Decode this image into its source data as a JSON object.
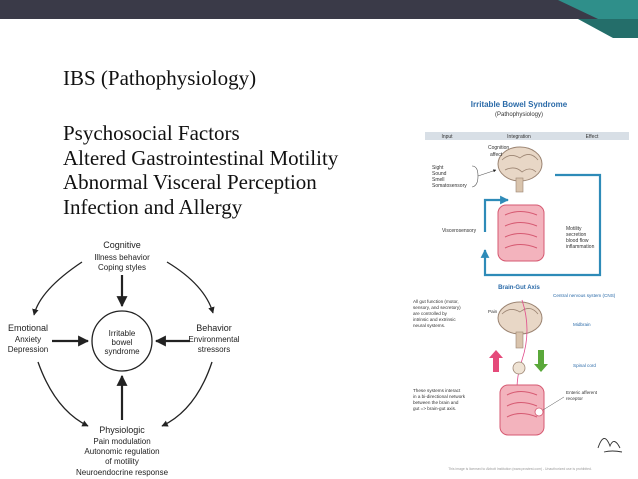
{
  "slide": {
    "title": "IBS (Pathophysiology)",
    "bullets": [
      "Psychosocial Factors",
      "Altered Gastrointestinal Motility",
      "Abnormal Visceral Perception",
      "Infection and Allergy"
    ]
  },
  "cycle_diagram": {
    "center": [
      "Irritable",
      "bowel",
      "syndrome"
    ],
    "cognitive": [
      "Cognitive",
      "Illness behavior",
      "Coping styles"
    ],
    "emotional": [
      "Emotional",
      "Anxiety",
      "Depression"
    ],
    "behavior": [
      "Behavior",
      "Environmental",
      "stressors"
    ],
    "physiologic": [
      "Physiologic",
      "Pain modulation",
      "Autonomic regulation",
      "of motility",
      "Neuroendocrine response"
    ]
  },
  "ibs_figure": {
    "title": "Irritable Bowel Syndrome",
    "subtitle": "(Pathophysiology)",
    "headers": [
      "Input",
      "Integration",
      "Effect"
    ],
    "cognition_label": [
      "Cognition",
      "affect"
    ],
    "senses": [
      "Sight",
      "Sound",
      "Smell",
      "Somatosensory"
    ],
    "viscerosensory": "Viscerosensory",
    "effects": [
      "Motility",
      "secretion",
      "blood flow",
      "inflammation"
    ],
    "brain_gut_axis": "Brain-Gut Axis",
    "gut_function_note": [
      "All gut function (motor,",
      "sensory, and secretory)",
      "are controlled by",
      "intrinsic and extrinsic",
      "neural systems."
    ],
    "cns": "Central nervous system (CNS)",
    "pain": "Pain",
    "midbrain": "Midbrain",
    "spinal_cord": "Spinal cord",
    "network_note": [
      "These systems interact",
      "in a bi-directional network",
      "between the brain and",
      "gut => brain-gut axis."
    ],
    "receptor": [
      "Enteric afferent",
      "receptor"
    ],
    "footer": "This image is licensed to Abbott Institution (www.prostest.com) - Unauthorized use is prohibited."
  },
  "colors": {
    "topbar": "#3a3a48",
    "accent": "#2f8f8a",
    "diagram_title": "#2a6aa8",
    "effect_arrow": "#2e8bb8",
    "gut": "#e36f84"
  }
}
